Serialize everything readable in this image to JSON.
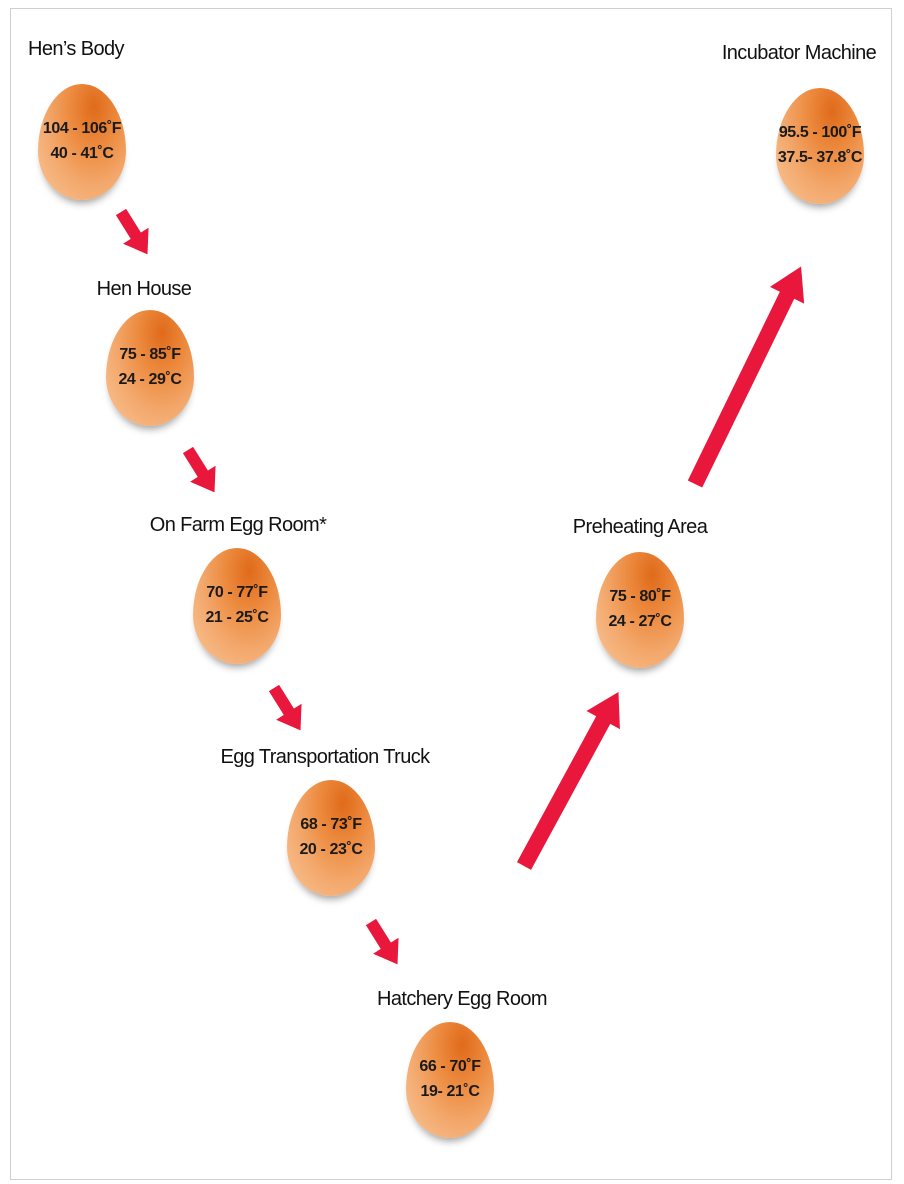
{
  "stages": [
    {
      "name": "Hen’s Body",
      "fahrenheit": "104 - 106˚F",
      "celsius": "40 - 41˚C"
    },
    {
      "name": "Hen House",
      "fahrenheit": "75 - 85˚F",
      "celsius": "24 - 29˚C"
    },
    {
      "name": "On Farm Egg Room*",
      "fahrenheit": "70 - 77˚F",
      "celsius": "21 - 25˚C"
    },
    {
      "name": "Egg Transportation Truck",
      "fahrenheit": "68 - 73˚F",
      "celsius": "20 - 23˚C"
    },
    {
      "name": "Hatchery Egg Room",
      "fahrenheit": "66 - 70˚F",
      "celsius": "19- 21˚C"
    },
    {
      "name": "Preheating Area",
      "fahrenheit": "75 - 80˚F",
      "celsius": "24 - 27˚C"
    },
    {
      "name": "Incubator Machine",
      "fahrenheit": "95.5 - 100˚F",
      "celsius": "37.5- 37.8˚C"
    }
  ],
  "colors": {
    "arrow": "#e8173b",
    "egg_dark": "#e06a1a",
    "egg_light": "#f6bb88"
  }
}
